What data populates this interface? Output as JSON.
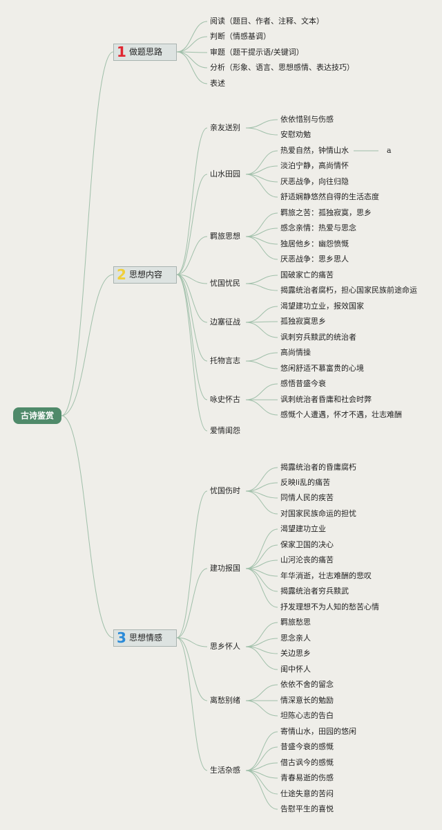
{
  "colors": {
    "background": "#efeee9",
    "line": "#9fbfa9",
    "root_fill": "#4f8a6a",
    "sec1_num": "#e02631",
    "sec2_num": "#f0cf3a",
    "sec3_num": "#2a8ad8"
  },
  "root": "古诗鉴赏",
  "sections": [
    {
      "num": "1",
      "label": "做题思路",
      "leaves": [
        "阅读（题目、作者、注释、文本）",
        "判断（情感基调）",
        "审题（题干提示语/关键词）",
        "分析（形象、语言、思想感情、表达技巧）",
        "表述"
      ]
    },
    {
      "num": "2",
      "label": "思想内容",
      "subs": [
        {
          "label": "亲友送别",
          "leaves": [
            "依依惜别与伤感",
            "安慰劝勉"
          ]
        },
        {
          "label": "山水田园",
          "leaves": [
            "热爱自然，钟情山水",
            "淡泊宁静，高尚情怀",
            "厌恶战争，向往归隐",
            "舒适娴静悠然自得的生活态度"
          ]
        },
        {
          "label": "羁旅思想",
          "leaves": [
            "羁旅之苦：孤独寂寞，思乡",
            "感念亲情：热爱与思念",
            "独居他乡：幽怨愤慨",
            "厌恶战争：思乡思人"
          ]
        },
        {
          "label": "忧国忧民",
          "leaves": [
            "国破家亡的痛苦",
            "揭露统治者腐朽，担心国家民族前途命运"
          ]
        },
        {
          "label": "边塞征战",
          "leaves": [
            "渴望建功立业，报效国家",
            "孤独寂寞思乡",
            "讽刺穷兵黩武的统治者"
          ]
        },
        {
          "label": "托物言志",
          "leaves": [
            "高尚情操",
            "悠闲舒适不慕富贵的心境"
          ]
        },
        {
          "label": "咏史怀古",
          "leaves": [
            "感悟昔盛今衰",
            "讽刺统治者昏庸和社会时弊",
            "感慨个人遭遇，怀才不遇，壮志难酬"
          ]
        },
        {
          "label": "爱情闺怨",
          "leaves": []
        }
      ],
      "note": "a"
    },
    {
      "num": "3",
      "label": "思想情感",
      "subs": [
        {
          "label": "忧国伤时",
          "leaves": [
            "揭露统治者的昏庸腐朽",
            "反映li乱的痛苦",
            "同情人民的疾苦",
            "对国家民族命运的担忧"
          ]
        },
        {
          "label": "建功报国",
          "leaves": [
            "渴望建功立业",
            "保家卫国的决心",
            "山河沦丧的痛苦",
            "年华消逝，壮志难酬的悲叹",
            "揭露统治者穷兵黩武",
            "抒发理想不为人知的愁苦心情"
          ]
        },
        {
          "label": "思乡怀人",
          "leaves": [
            "羁旅愁思",
            "思念亲人",
            "关边思乡",
            "闺中怀人"
          ]
        },
        {
          "label": "离愁别绪",
          "leaves": [
            "依依不舍的留念",
            "情深意长的勉励",
            "坦陈心志的告白"
          ]
        },
        {
          "label": "生活杂感",
          "leaves": [
            "寄情山水，田园的悠闲",
            "昔盛今衰的感慨",
            "借古讽今的感慨",
            "青春易逝的伤感",
            "仕途失意的苦闷",
            "告慰平生的喜悦"
          ]
        }
      ]
    }
  ]
}
